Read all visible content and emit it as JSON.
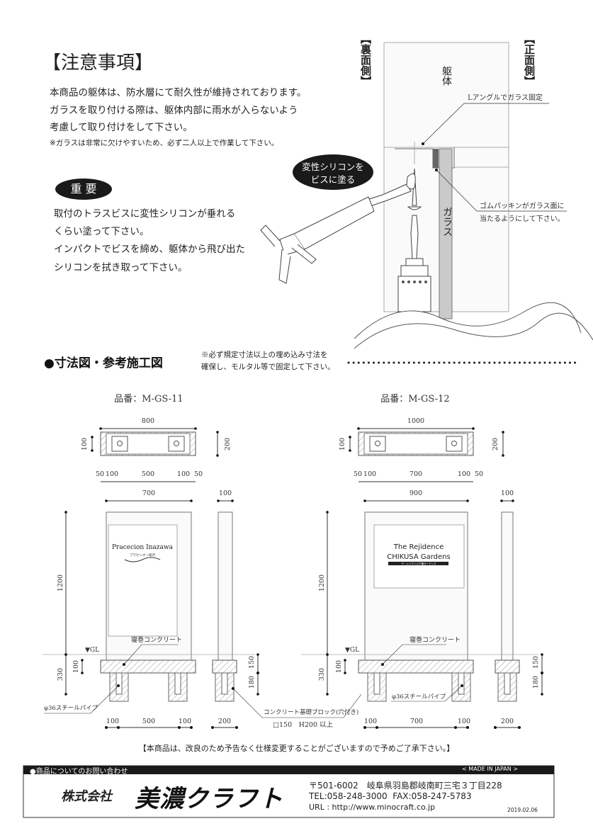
{
  "notice": {
    "title": "【注意事項】",
    "body": [
      "本商品の躯体は、防水層にて耐久性が維持されております。",
      "ガラスを取り付ける際は、躯体内部に雨水が入らないよう",
      "考慮して取り付けをして下さい。"
    ],
    "note": "※ガラスは非常に欠けやすいため、必ず二人以上で作業して下さい。"
  },
  "important": {
    "badge": "重 要",
    "lines": [
      "取付のトラスビスに変性シリコンが垂れる",
      "くらい塗って下さい。",
      "インパクトでビスを締め、躯体から飛び出た",
      "シリコンを拭き取って下さい。"
    ]
  },
  "diagram": {
    "back_side": "【裏面側】",
    "front_side": "【正面側】",
    "body_label": "躯体",
    "glass_label": "ガラス",
    "l_angle_note": "Lアングルでガラス固定",
    "gasket_note": [
      "ゴムパッキンがガラス面に",
      "当たるようにして下さい。"
    ],
    "callout": [
      "変性シリコンを",
      "ビスに塗る"
    ]
  },
  "section": {
    "title": "●寸法図・参考施工図",
    "note": [
      "※必ず規定寸法以上の埋め込み寸法を",
      "確保し、モルタル等で固定して下さい。"
    ]
  },
  "labels": {
    "gl": "▼GL",
    "concrete": "寝巻コンクリート",
    "pipe": "φ36スチールパイプ",
    "block": "コンクリート基礎ブロック(穴付き)",
    "block_size": "□150　H200 以上"
  },
  "products": [
    {
      "code": "品番：M-GS-11",
      "plan": {
        "width": "800",
        "depth": "200",
        "side": "100",
        "edges": [
          "50",
          "100",
          "500",
          "100",
          "50"
        ]
      },
      "elev": {
        "width": "700",
        "height": "1200",
        "post": "100",
        "embed": "330",
        "base": "100",
        "base_side": "150",
        "foot": "180",
        "bottom": [
          "100",
          "500",
          "100"
        ],
        "side_bottom": "200"
      },
      "sign": {
        "line1": "Pracecion Inazawa",
        "line2": "プラセシオン稲沢"
      }
    },
    {
      "code": "品番：M-GS-12",
      "plan": {
        "width": "1000",
        "depth": "200",
        "side": "100",
        "edges": [
          "50",
          "100",
          "700",
          "100",
          "50"
        ]
      },
      "elev": {
        "width": "900",
        "height": "1200",
        "post": "100",
        "embed": "330",
        "base": "100",
        "base_side": "150",
        "foot": "180",
        "bottom": [
          "100",
          "700",
          "100"
        ],
        "side_bottom": "200"
      },
      "sign": {
        "line1": "The Rejidence",
        "line2": "CHIKUSA Gardens",
        "line3": "ザ・レジデンス千種ガーデンズ"
      }
    }
  ],
  "disclaimer": "【本商品は、改良のため予告なく仕様変更することがございますので予めご了承下さい。】",
  "footer": {
    "inquiry": "●商品についてのお問い合わせ",
    "made_in": "< MADE IN JAPAN >",
    "company_prefix": "株式会社",
    "company_name": "美濃クラフト",
    "address": "〒501-6002　岐阜県羽島郡岐南町三宅３丁目228",
    "tel": "TEL:058-248-3000",
    "fax": "FAX:058-247-5783",
    "url": "URL : http://www.minocraft.co.jp",
    "date": "2019.02.06"
  }
}
